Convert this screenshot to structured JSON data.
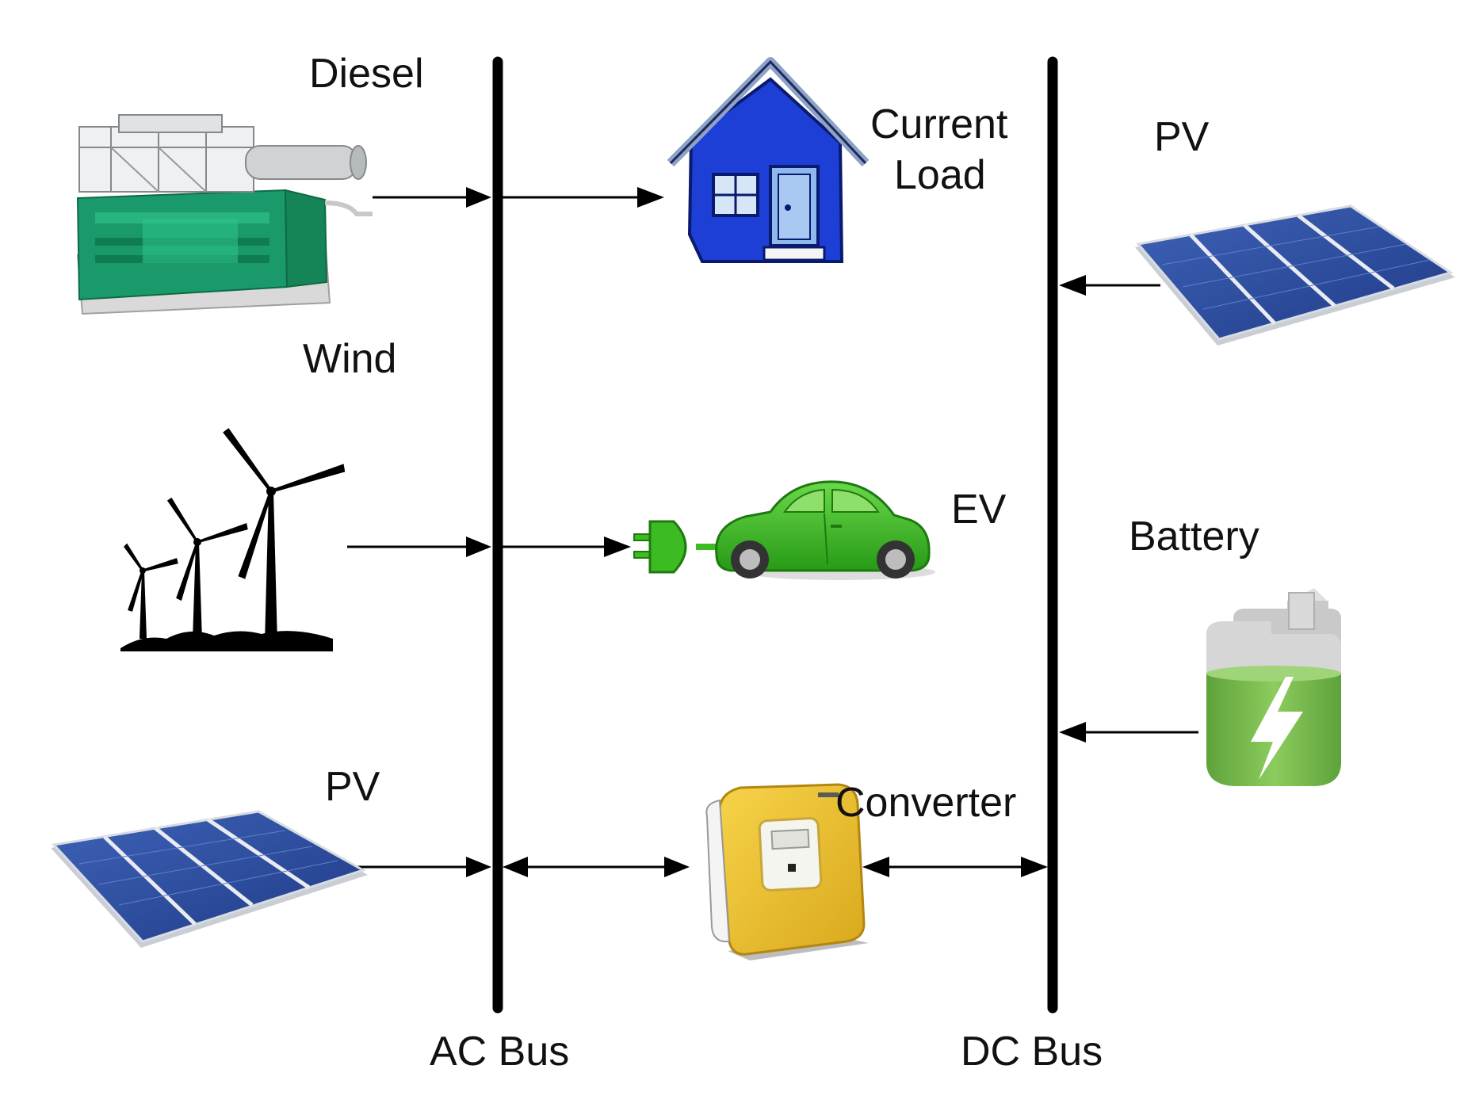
{
  "labels": {
    "diesel": "Diesel",
    "wind": "Wind",
    "pv_left": "PV",
    "current_load_line1": "Current",
    "current_load_line2": "Load",
    "ev": "EV",
    "converter": "Converter",
    "pv_right": "PV",
    "battery": "Battery",
    "ac_bus": "AC Bus",
    "dc_bus": "DC Bus"
  },
  "icons": {
    "diesel": "diesel-generator-icon",
    "wind": "wind-turbines-icon",
    "pv_left": "solar-panel-icon",
    "load": "house-icon",
    "ev": "electric-car-icon",
    "plug": "power-plug-icon",
    "converter": "inverter-icon",
    "pv_right": "solar-panel-icon",
    "battery": "battery-icon"
  },
  "colors": {
    "bus": "#000000",
    "house": "#1d3fd6",
    "car": "#3cbb22",
    "converter": "#f0c02a",
    "battery": "#74b84a",
    "panel": "#2c4a9a",
    "generator": "#1a9a6a"
  }
}
